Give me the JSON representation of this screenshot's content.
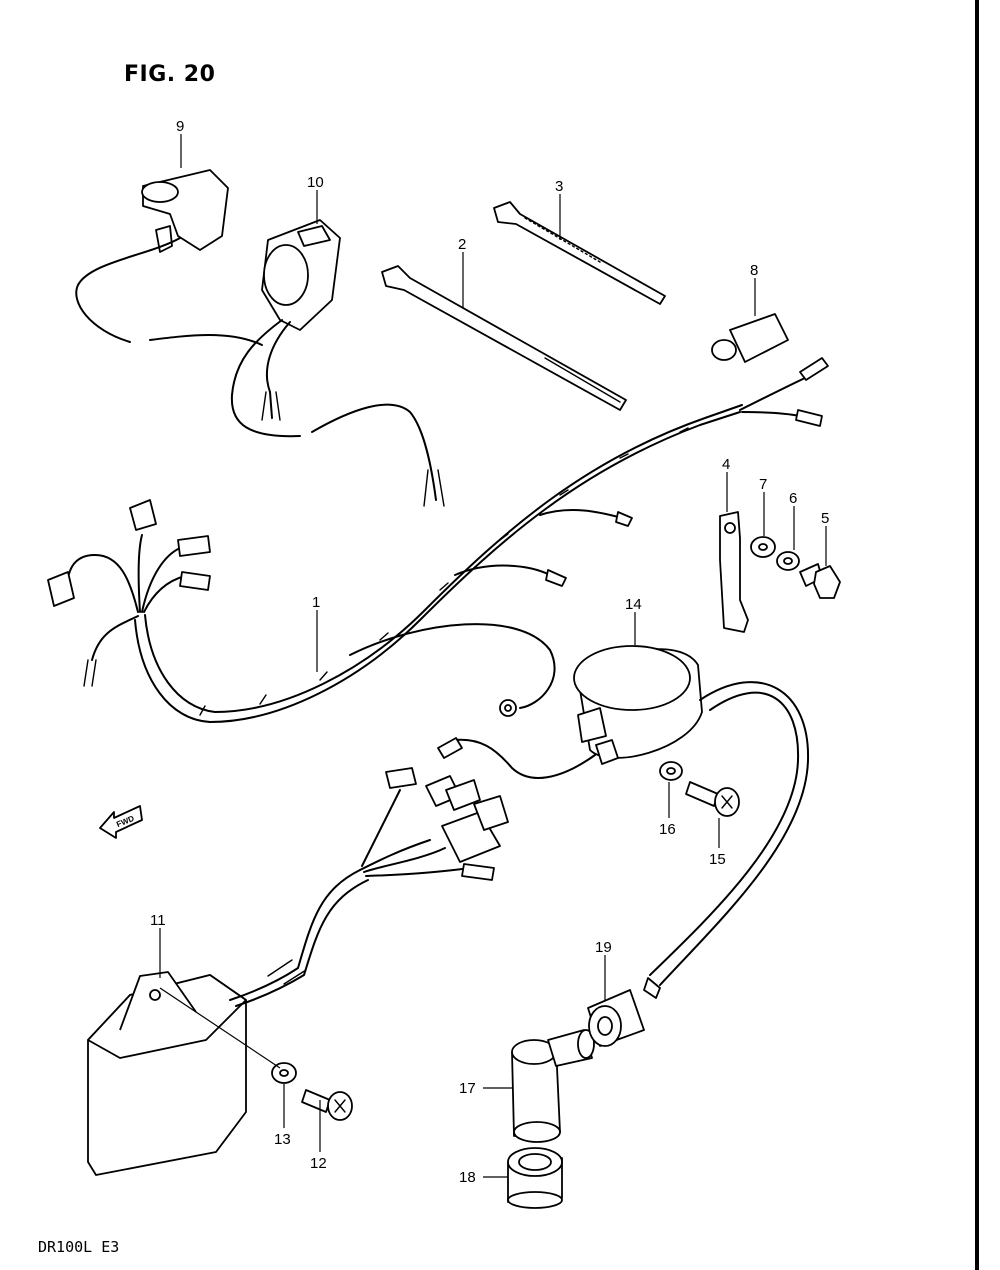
{
  "figure": {
    "title": "FIG. 20",
    "model": "DR100L E3",
    "fwd_label": "FWD"
  },
  "callouts": [
    "1",
    "2",
    "3",
    "4",
    "5",
    "6",
    "7",
    "8",
    "9",
    "10",
    "11",
    "12",
    "13",
    "14",
    "15",
    "16",
    "17",
    "18",
    "19"
  ]
}
